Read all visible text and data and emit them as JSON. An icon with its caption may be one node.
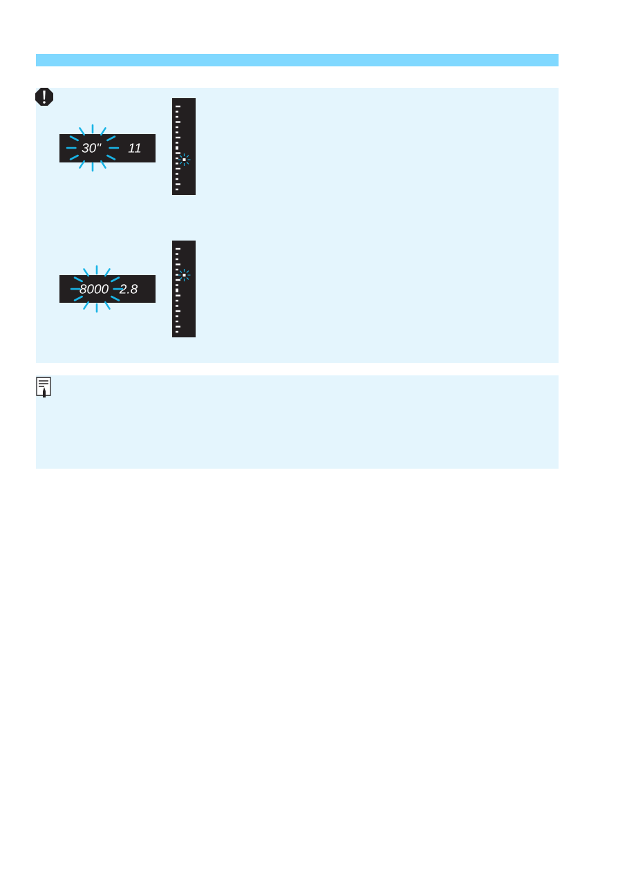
{
  "diagram": {
    "labels": [
      "30\"",
      "11",
      "8000",
      "2.8"
    ]
  }
}
